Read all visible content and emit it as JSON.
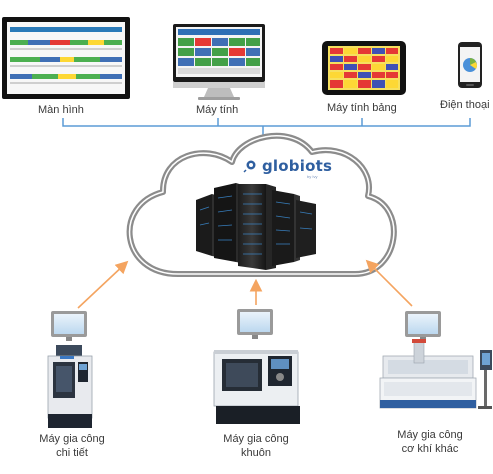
{
  "top_devices": {
    "monitor": "Màn hình",
    "desktop": "Máy tính",
    "tablet": "Máy tính bảng",
    "phone": "Điện thoại"
  },
  "brand": {
    "name": "globiots",
    "tagline": "by Ivy"
  },
  "machines": {
    "detail": [
      "Máy gia công",
      "chi tiết"
    ],
    "mold": [
      "Máy gia công",
      "khuôn"
    ],
    "mechanical": [
      "Máy gia công",
      "cơ khí khác"
    ]
  },
  "colors": {
    "line_blue": "#5b9bd5",
    "arrow_orange": "#f4a460",
    "cloud_stroke": "#8c8c8c",
    "brand_blue": "#2f5fa0"
  }
}
